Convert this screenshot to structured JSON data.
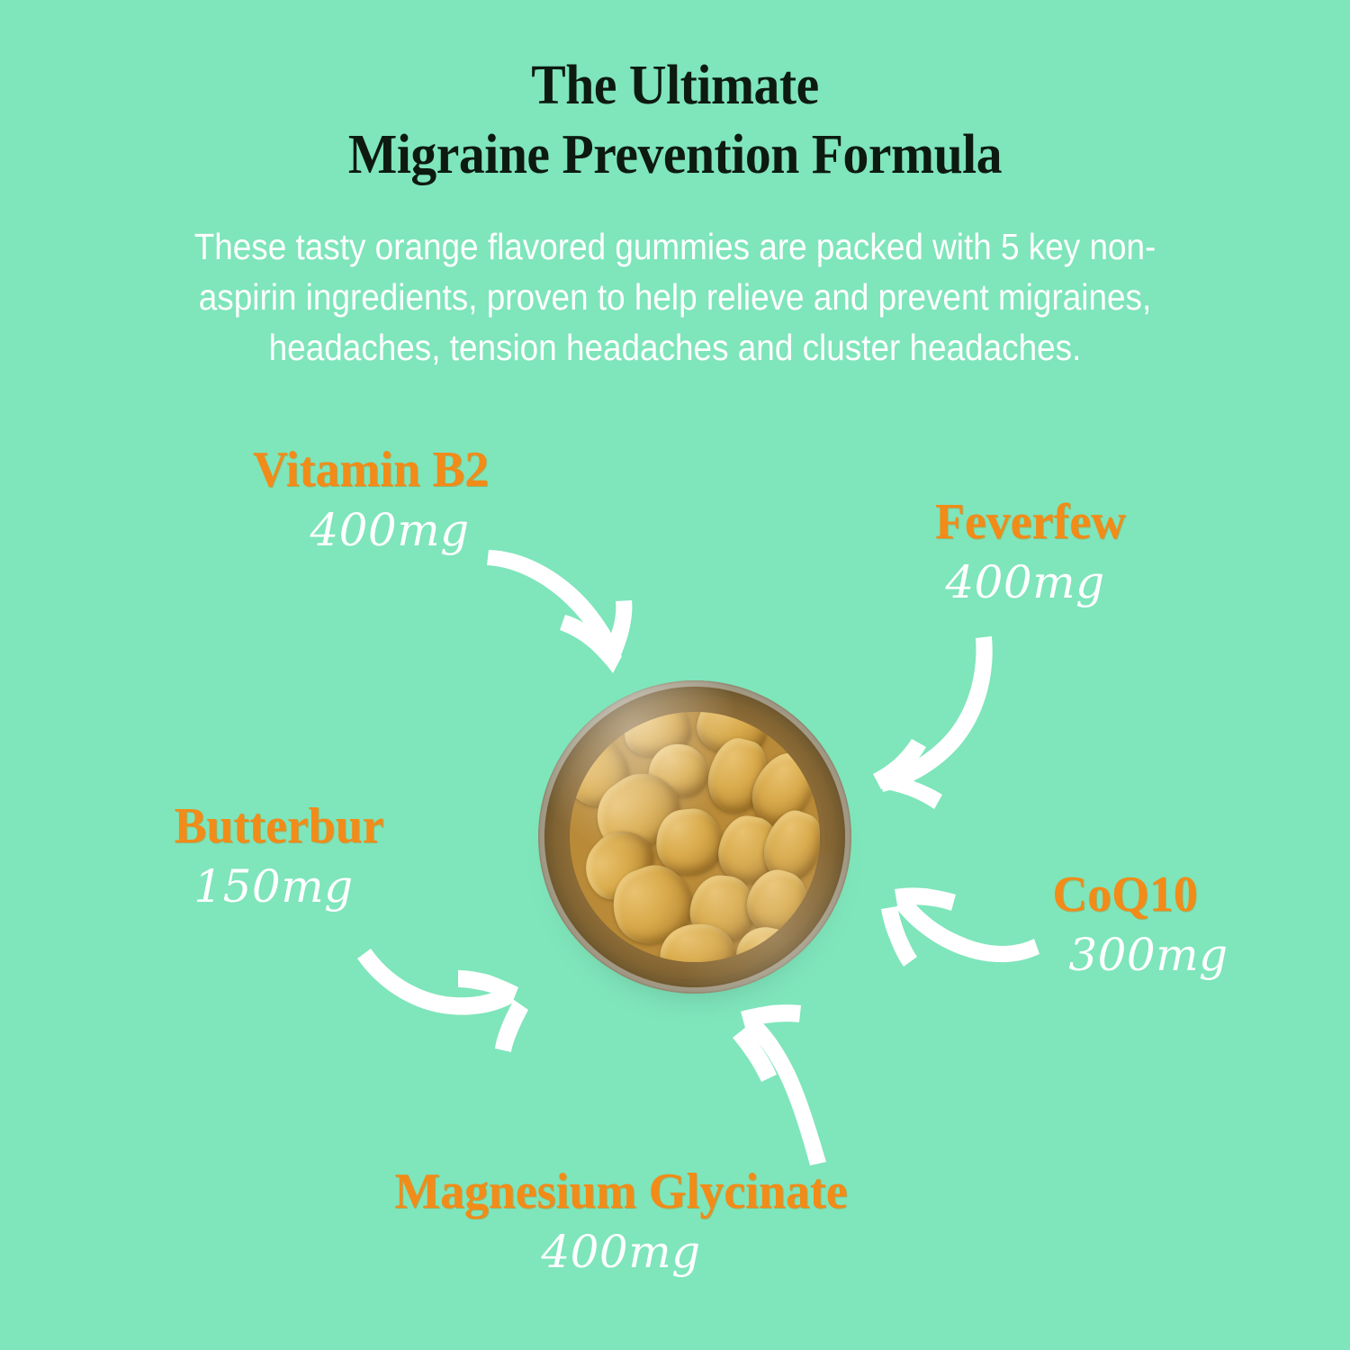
{
  "theme": {
    "background_color": "#7FE5BB",
    "accent_orange": "#F28B18",
    "title_color": "#0D1A10",
    "body_text_color": "#FFFFFF",
    "gummy_color": "#D9AB4C"
  },
  "header": {
    "title_line_1": "The Ultimate",
    "title_line_2": "Migraine Prevention Formula",
    "description": "These tasty orange flavored gummies are packed with 5 key non-aspirin ingredients, proven to help relieve and prevent migraines, headaches, tension headaches and cluster headaches."
  },
  "ingredients": [
    {
      "name": "Vitamin B2",
      "dose": "400mg",
      "position": "top-left"
    },
    {
      "name": "Feverfew",
      "dose": "400mg",
      "position": "top-right"
    },
    {
      "name": "Butterbur",
      "dose": "150mg",
      "position": "middle-left"
    },
    {
      "name": "CoQ10",
      "dose": "300mg",
      "position": "middle-right"
    },
    {
      "name": "Magnesium Glycinate",
      "dose": "400mg",
      "position": "bottom-center"
    }
  ],
  "product": {
    "description": "Top-down view of an open clear jar filled with cone-shaped orange gummies"
  },
  "arrows": [
    {
      "name": "arrow-vitamin-b2",
      "from": "Vitamin B2",
      "direction": "curves down-right to jar"
    },
    {
      "name": "arrow-feverfew",
      "from": "Feverfew",
      "direction": "curves down-left to jar"
    },
    {
      "name": "arrow-butterbur",
      "from": "Butterbur",
      "direction": "curves right to jar"
    },
    {
      "name": "arrow-coq10",
      "from": "CoQ10",
      "direction": "curves up-left to jar"
    },
    {
      "name": "arrow-magnesium",
      "from": "Magnesium Glycinate",
      "direction": "curves up-left to jar"
    }
  ]
}
